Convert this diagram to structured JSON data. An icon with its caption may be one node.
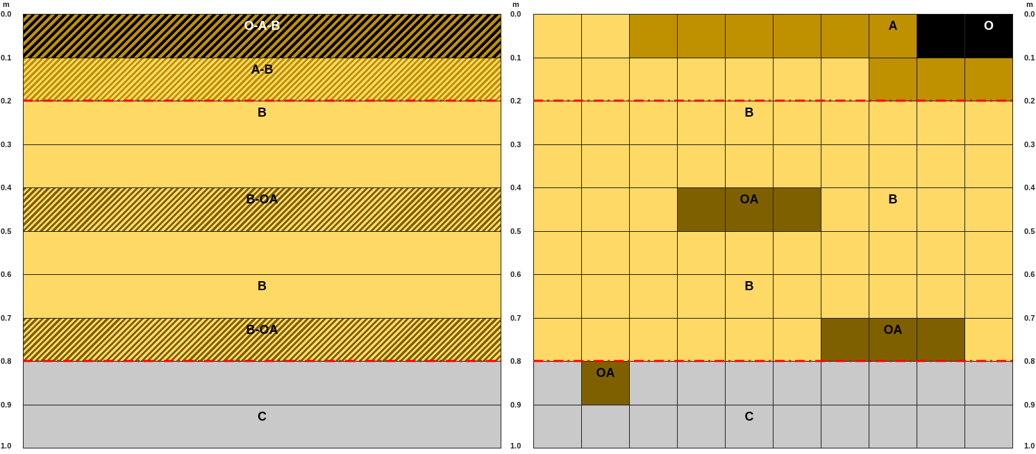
{
  "diagram": {
    "nodes": [
      {
        "text": [
          "O-A-B"
        ]
      },
      {
        "text": [
          "A-B"
        ]
      },
      {
        "text": [
          "B"
        ]
      },
      {
        "text": [],
        "shape": "box"
      },
      {
        "text": [
          "B-OA"
        ]
      },
      {
        "text": [],
        "shape": "box"
      },
      {
        "text": [
          "B"
        ]
      },
      {
        "text": [
          "B-OA"
        ]
      },
      {
        "text": [],
        "shape": "box"
      },
      {
        "text": [
          "C"
        ]
      },
      {
        "text": [],
        "shape": "box"
      },
      {
        "text": [],
        "shape": "box"
      },
      {
        "text": [],
        "shape": "box"
      },
      {
        "text": [],
        "shape": "box"
      },
      {
        "text": [],
        "shape": "box"
      },
      {
        "text": [],
        "shape": "box"
      },
      {
        "text": [],
        "shape": "box"
      },
      {
        "text": [
          "A"
        ]
      },
      {
        "text": [],
        "shape": "box"
      },
      {
        "text": [
          "O"
        ]
      },
      {
        "text": [],
        "shape": "box"
      },
      {
        "text": [],
        "shape": "box"
      },
      {
        "text": [],
        "shape": "box"
      },
      {
        "text": [],
        "shape": "box"
      },
      {
        "text": [],
        "shape": "box"
      },
      {
        "text": [],
        "shape": "box"
      },
      {
        "text": [],
        "shape": "box"
      },
      {
        "text": [],
        "shape": "box"
      },
      {
        "text": [],
        "shape": "box"
      },
      {
        "text": [],
        "shape": "box"
      },
      {
        "text": [],
        "shape": "box"
      },
      {
        "text": [],
        "shape": "box"
      },
      {
        "text": [],
        "shape": "box"
      },
      {
        "text": [],
        "shape": "box"
      },
      {
        "text": [
          "B"
        ]
      },
      {
        "text": [],
        "shape": "box"
      },
      {
        "text": [],
        "shape": "box"
      },
      {
        "text": [],
        "shape": "box"
      },
      {
        "text": [],
        "shape": "box"
      },
      {
        "text": [],
        "shape": "box"
      },
      {
        "text": [],
        "shape": "box"
      },
      {
        "text": [],
        "shape": "box"
      },
      {
        "text": [],
        "shape": "box"
      },
      {
        "text": [],
        "shape": "box"
      },
      {
        "text": [],
        "shape": "box"
      },
      {
        "text": [],
        "shape": "box"
      },
      {
        "text": [],
        "shape": "box"
      },
      {
        "text": [],
        "shape": "box"
      },
      {
        "text": [],
        "shape": "box"
      },
      {
        "text": [],
        "shape": "box"
      },
      {
        "text": [],
        "shape": "box"
      },
      {
        "text": [],
        "shape": "box"
      },
      {
        "text": [],
        "shape": "box"
      },
      {
        "text": [],
        "shape": "box"
      },
      {
        "text": [
          "OA"
        ]
      },
      {
        "text": [],
        "shape": "box"
      },
      {
        "text": [],
        "shape": "box"
      },
      {
        "text": [
          "B"
        ]
      },
      {
        "text": [],
        "shape": "box"
      },
      {
        "text": [],
        "shape": "box"
      },
      {
        "text": [],
        "shape": "box"
      },
      {
        "text": [],
        "shape": "box"
      },
      {
        "text": [],
        "shape": "box"
      },
      {
        "text": [],
        "shape": "box"
      },
      {
        "text": [],
        "shape": "box"
      },
      {
        "text": [],
        "shape": "box"
      },
      {
        "text": [],
        "shape": "box"
      },
      {
        "text": [],
        "shape": "box"
      },
      {
        "text": [],
        "shape": "box"
      },
      {
        "text": [],
        "shape": "box"
      },
      {
        "text": [],
        "shape": "box"
      },
      {
        "text": [],
        "shape": "box"
      },
      {
        "text": [],
        "shape": "box"
      },
      {
        "text": [],
        "shape": "box"
      },
      {
        "text": [
          "B"
        ]
      },
      {
        "text": [],
        "shape": "box"
      },
      {
        "text": [],
        "shape": "box"
      },
      {
        "text": [],
        "shape": "box"
      },
      {
        "text": [],
        "shape": "box"
      },
      {
        "text": [],
        "shape": "box"
      },
      {
        "text": [],
        "shape": "box"
      },
      {
        "text": [],
        "shape": "box"
      },
      {
        "text": [],
        "shape": "box"
      },
      {
        "text": [],
        "shape": "box"
      },
      {
        "text": [],
        "shape": "box"
      },
      {
        "text": [],
        "shape": "box"
      },
      {
        "text": [],
        "shape": "box"
      },
      {
        "text": [
          "OA"
        ]
      },
      {
        "text": [],
        "shape": "box"
      },
      {
        "text": [],
        "shape": "box"
      },
      {
        "text": [],
        "shape": "box"
      },
      {
        "text": [
          "OA"
        ]
      },
      {
        "text": [],
        "shape": "box"
      },
      {
        "text": [],
        "shape": "box"
      },
      {
        "text": [],
        "shape": "box"
      },
      {
        "text": [],
        "shape": "box"
      },
      {
        "text": [],
        "shape": "box"
      },
      {
        "text": [],
        "shape": "box"
      },
      {
        "text": [],
        "shape": "box"
      },
      {
        "text": [],
        "shape": "box"
      },
      {
        "text": [],
        "shape": "box"
      },
      {
        "text": [],
        "shape": "box"
      },
      {
        "text": [],
        "shape": "box"
      },
      {
        "text": [],
        "shape": "box"
      },
      {
        "text": [
          "C"
        ]
      },
      {
        "text": [],
        "shape": "box"
      },
      {
        "text": [],
        "shape": "box"
      },
      {
        "text": [],
        "shape": "box"
      },
      {
        "text": [],
        "shape": "box"
      },
      {
        "text": [],
        "shape": "box"
      }
    ],
    "edges": [],
    "labels": [
      "m",
      "0.0",
      "0.1",
      "0.2",
      "0.3",
      "0.4",
      "0.5",
      "0.6",
      "0.7",
      "0.8",
      "0.9",
      "1.0",
      "m",
      "0.0",
      "0.1",
      "0.2",
      "0.3",
      "0.4",
      "0.5",
      "0.6",
      "0.7",
      "0.8",
      "0.9",
      "1.0",
      "m",
      "0.0",
      "0.1",
      "0.2",
      "0.3",
      "0.4",
      "0.5",
      "0.6",
      "0.7",
      "0.8",
      "0.9",
      "1.0"
    ]
  }
}
